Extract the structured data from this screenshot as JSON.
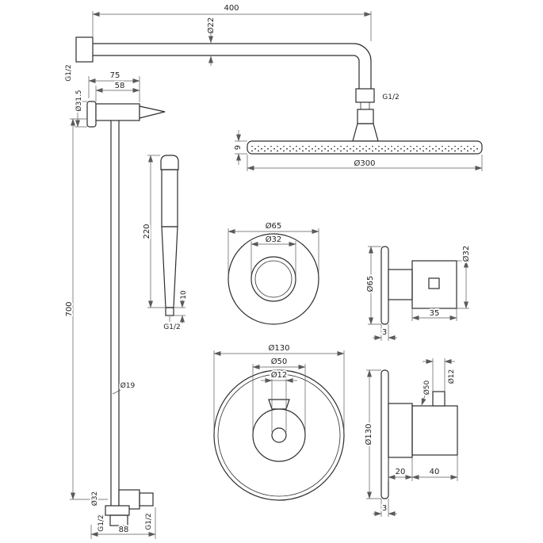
{
  "page": {
    "background": "#ffffff"
  },
  "colors": {
    "line": "#2d2d2d",
    "dimension": "#5a5a5a",
    "hatch_fill": "#c4c4c4",
    "knurl_fill": "#f2f2f2"
  },
  "drawing": {
    "shower_arm": {
      "length": "400",
      "diameter": "Ø22",
      "wall_thread": "G1/2",
      "outlet_thread": "G1/2"
    },
    "shower_head": {
      "thickness": "9",
      "diameter": "Ø300"
    },
    "riser_rail": {
      "bracket_width": "75",
      "bracket_depth": "58",
      "flange_dia": "Ø31.5",
      "height": "700",
      "tube_dia": "Ø19",
      "bottom_flange_dia": "Ø32",
      "outlet_thread": "G1/2",
      "wall_thread": "G1/2",
      "bottom_width": "88"
    },
    "hand_shower": {
      "length": "220",
      "outlet_length": "10",
      "thread": "G1/2"
    },
    "small_valve_front": {
      "outer_dia": "Ø65",
      "inner_dia": "Ø32"
    },
    "small_valve_side": {
      "handle_dia": "Ø32",
      "plate_dia": "Ø65",
      "handle_depth": "35",
      "plate_thickness": "3"
    },
    "large_valve_front": {
      "outer_dia": "Ø130",
      "handle_dia": "Ø50",
      "stem_dia": "Ø12"
    },
    "large_valve_side": {
      "stem_dia": "Ø12",
      "handle_dia": "Ø50",
      "plate_dia": "Ø130",
      "body_depth": "20",
      "handle_depth": "40",
      "plate_thickness": "3"
    }
  }
}
